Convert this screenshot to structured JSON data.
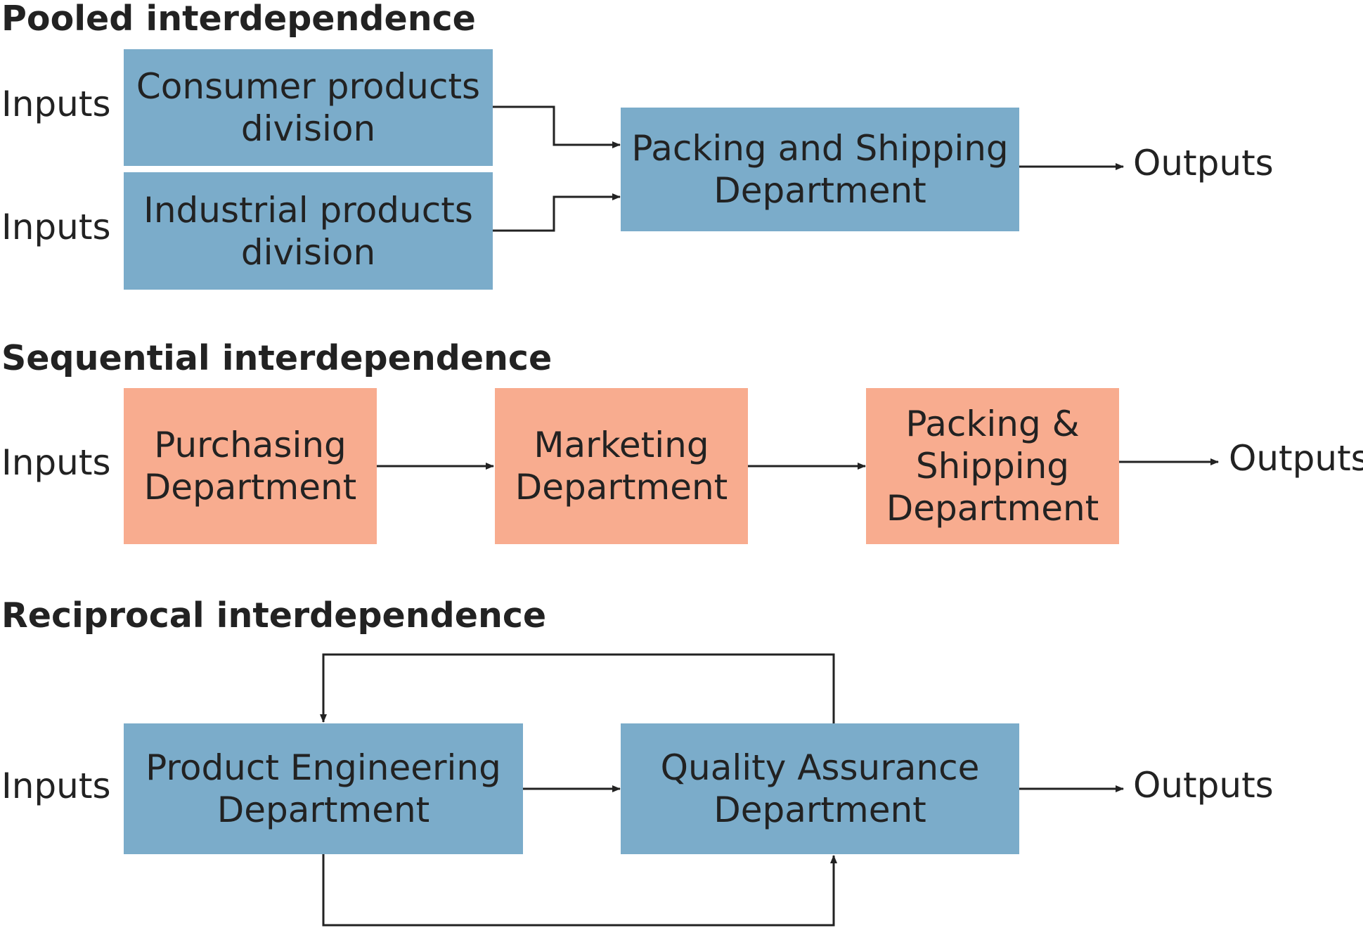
{
  "colors": {
    "blue_box": "#7bacca",
    "salmon_box": "#f8ac8f",
    "text": "#222222",
    "line": "#222222"
  },
  "pooled": {
    "title": "Pooled interdependence",
    "inputs_top": "Inputs",
    "inputs_bottom": "Inputs",
    "consumer": {
      "line1": "Consumer products",
      "line2": "division"
    },
    "industrial": {
      "line1": "Industrial products",
      "line2": "division"
    },
    "packing": {
      "line1": "Packing and Shipping",
      "line2": "Department"
    },
    "outputs": "Outputs"
  },
  "sequential": {
    "title": "Sequential interdependence",
    "inputs": "Inputs",
    "purchasing": {
      "line1": "Purchasing",
      "line2": "Department"
    },
    "marketing": {
      "line1": "Marketing",
      "line2": "Department"
    },
    "packing": {
      "line1": "Packing &",
      "line2": "Shipping",
      "line3": "Department"
    },
    "outputs": "Outputs"
  },
  "reciprocal": {
    "title": "Reciprocal interdependence",
    "inputs": "Inputs",
    "engineering": {
      "line1": "Product Engineering",
      "line2": "Department"
    },
    "quality": {
      "line1": "Quality Assurance",
      "line2": "Department"
    },
    "outputs": "Outputs"
  }
}
